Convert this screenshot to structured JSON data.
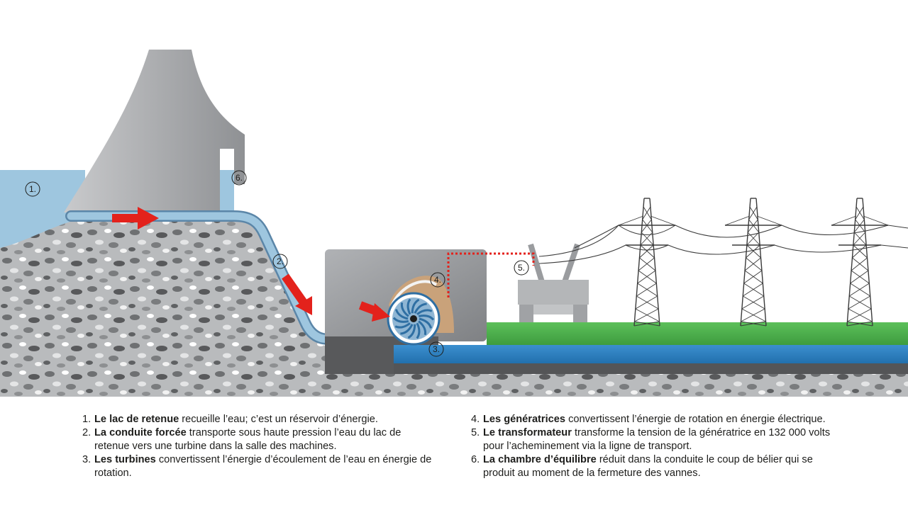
{
  "markers": [
    "1.",
    "2.",
    "3.",
    "4.",
    "5.",
    "6."
  ],
  "legend": [
    {
      "num": "1.",
      "term": "Le lac de retenue",
      "text": " recueille l’eau; c’est un réservoir d’énergie."
    },
    {
      "num": "2.",
      "term": "La conduite forcée",
      "text": " transporte sous haute pression l’eau du lac de retenue vers une turbine dans la salle des machines."
    },
    {
      "num": "3.",
      "term": "Les turbines",
      "text": " convertissent l’énergie d’écoulement de l’eau en énergie de rotation."
    },
    {
      "num": "4.",
      "term": "Les génératrices",
      "text": " convertissent l’énergie de rotation en énergie électrique."
    },
    {
      "num": "5.",
      "term": "Le transformateur",
      "text": " transforme la tension de la génératrice en 132 000 volts pour l’acheminement via la ligne de transport."
    },
    {
      "num": "6.",
      "term": "La chambre d’équilibre",
      "text": " réduit dans la conduite le coup de bélier qui se produit au moment de la fermeture des vannes."
    }
  ],
  "colors": {
    "water": "#9ec6df",
    "channel": "#2f82c0",
    "grass": "#4cae4c",
    "arrow": "#e3221c",
    "concrete": "#a5a7aa",
    "gravel": "#b3b5b7",
    "tower": "#3a3a3a"
  }
}
